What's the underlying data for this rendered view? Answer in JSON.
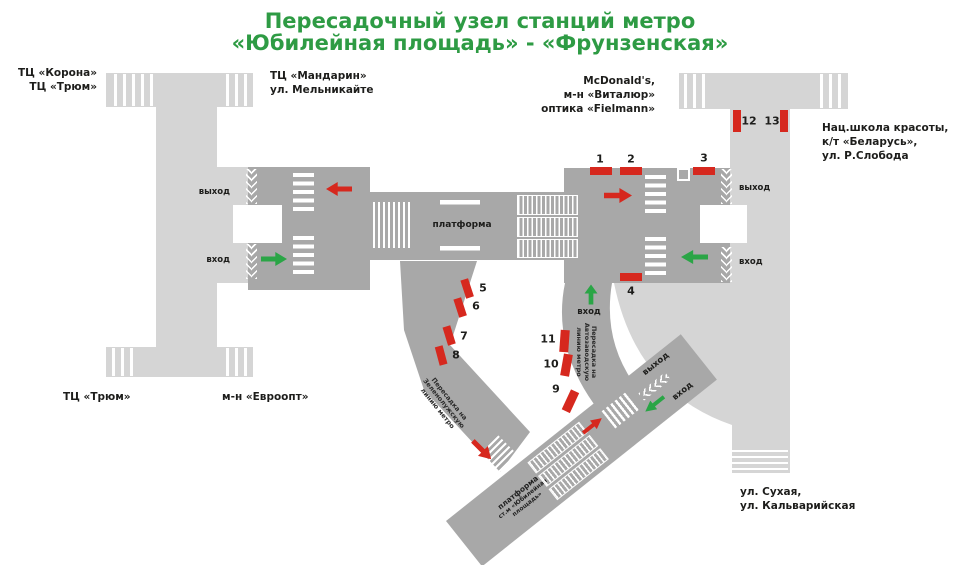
{
  "title": {
    "line1": "Пересадочный узел станций метро",
    "line2": "«Юбилейная площадь» - «Фрунзенская»"
  },
  "colors": {
    "accent_green": "#2e9b44",
    "marker_red": "#d6281e",
    "arrow_green": "#2aa546",
    "hall_gray": "#a8a8a8",
    "passage_gray": "#d5d5d5"
  },
  "labels": {
    "tc_korona": "ТЦ «Корона»",
    "tc_trum_top": "ТЦ «Трюм»",
    "tc_mandarin": "ТЦ «Мандарин»",
    "ul_melnikaite": "ул. Мельникайте",
    "mcdonalds": "McDonald's,",
    "vitalur": "м-н «Виталюр»",
    "fielmann": "оптика «Fielmann»",
    "nac_shkola": "Нац.школа красоты,",
    "kt_belarus": "к/т «Беларусь»,",
    "ul_r_sloboda": "ул. Р.Слобода",
    "tc_trum_bottom": "ТЦ «Трюм»",
    "evroopt": "м-н «Евроопт»",
    "ul_suhaya": "ул. Сухая,",
    "ul_kalvariyskaya": "ул. Кальварийская",
    "vyhod": "выход",
    "vhod": "вход",
    "platforma": "платформа",
    "platform_band_1": "платформа",
    "platform_band_2": "ст.м «Юбилейная",
    "platform_band_3": "площадь»",
    "transfer_zelen_1": "Пересадка на",
    "transfer_zelen_2": "Зеленолужскую",
    "transfer_zelen_3": "линию метро",
    "transfer_avto_1": "Пересадка на",
    "transfer_avto_2": "Автозаводскую",
    "transfer_avto_3": "линию метро"
  },
  "markers": [
    "1",
    "2",
    "3",
    "4",
    "5",
    "6",
    "7",
    "8",
    "9",
    "10",
    "11",
    "12",
    "13"
  ]
}
